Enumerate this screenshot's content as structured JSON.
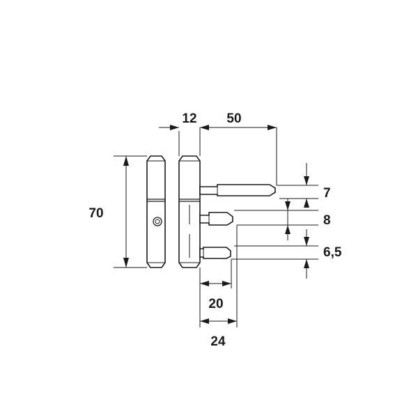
{
  "dimensions": {
    "width_12": "12",
    "length_50": "50",
    "height_70": "70",
    "pin_gap_7": "7",
    "pin_gap_8": "8",
    "pin_gap_6_5": "6,5",
    "pin_depth_20": "20",
    "pin_depth_24": "24"
  },
  "colors": {
    "line": "#1a1a1a",
    "background": "#ffffff"
  }
}
